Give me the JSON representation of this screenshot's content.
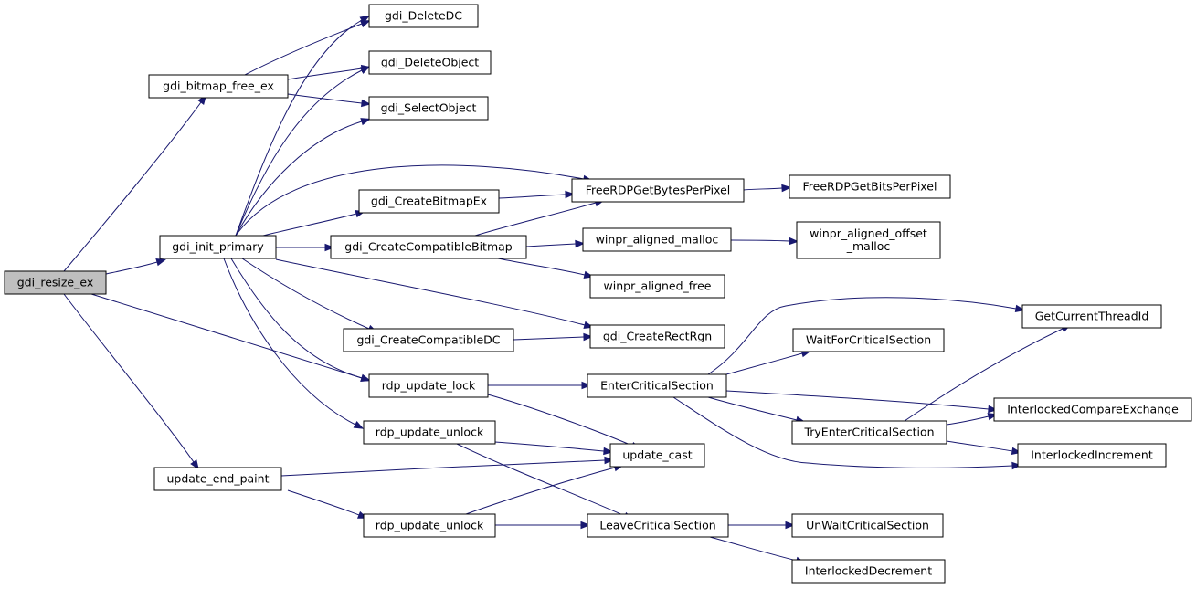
{
  "graph": {
    "root": "n_resize",
    "colors": {
      "edge": "#191970",
      "root_fill": "#bfbfbf",
      "node_fill": "#ffffff",
      "node_border": "#000000"
    },
    "nodes": {
      "n_resize": {
        "label": "gdi_resize_ex"
      },
      "n_bmpfree": {
        "label": "gdi_bitmap_free_ex"
      },
      "n_initprim": {
        "label": "gdi_init_primary"
      },
      "n_endpaint": {
        "label": "update_end_paint"
      },
      "n_deldc": {
        "label": "gdi_DeleteDC"
      },
      "n_delobj": {
        "label": "gdi_DeleteObject"
      },
      "n_selobj": {
        "label": "gdi_SelectObject"
      },
      "n_createbmpex": {
        "label": "gdi_CreateBitmapEx"
      },
      "n_createcompbmp": {
        "label": "gdi_CreateCompatibleBitmap"
      },
      "n_createcompdc": {
        "label": "gdi_CreateCompatibleDC"
      },
      "n_lock": {
        "label": "rdp_update_lock"
      },
      "n_unlock1": {
        "label": "rdp_update_unlock"
      },
      "n_unlock2": {
        "label": "rdp_update_unlock"
      },
      "n_bpp": {
        "label": "FreeRDPGetBytesPerPixel"
      },
      "n_bitspp": {
        "label": "FreeRDPGetBitsPerPixel"
      },
      "n_amalloc": {
        "label": "winpr_aligned_malloc"
      },
      "n_aomalloc": {
        "lines": [
          "winpr_aligned_offset",
          "_malloc"
        ]
      },
      "n_afree": {
        "label": "winpr_aligned_free"
      },
      "n_rectrgn": {
        "label": "gdi_CreateRectRgn"
      },
      "n_enter": {
        "label": "EnterCriticalSection"
      },
      "n_cast": {
        "label": "update_cast"
      },
      "n_leave": {
        "label": "LeaveCriticalSection"
      },
      "n_tid": {
        "label": "GetCurrentThreadId"
      },
      "n_wait": {
        "label": "WaitForCriticalSection"
      },
      "n_tryenter": {
        "label": "TryEnterCriticalSection"
      },
      "n_cmpx": {
        "label": "InterlockedCompareExchange"
      },
      "n_inc": {
        "label": "InterlockedIncrement"
      },
      "n_unwait": {
        "label": "UnWaitCriticalSection"
      },
      "n_dec": {
        "label": "InterlockedDecrement"
      }
    },
    "edges": [
      {
        "from": "n_resize",
        "to": "n_bmpfree"
      },
      {
        "from": "n_resize",
        "to": "n_initprim"
      },
      {
        "from": "n_resize",
        "to": "n_lock"
      },
      {
        "from": "n_resize",
        "to": "n_endpaint"
      },
      {
        "from": "n_bmpfree",
        "to": "n_deldc"
      },
      {
        "from": "n_bmpfree",
        "to": "n_delobj"
      },
      {
        "from": "n_bmpfree",
        "to": "n_selobj"
      },
      {
        "from": "n_initprim",
        "to": "n_deldc"
      },
      {
        "from": "n_initprim",
        "to": "n_delobj"
      },
      {
        "from": "n_initprim",
        "to": "n_selobj"
      },
      {
        "from": "n_initprim",
        "to": "n_bpp"
      },
      {
        "from": "n_initprim",
        "to": "n_createbmpex"
      },
      {
        "from": "n_initprim",
        "to": "n_createcompbmp"
      },
      {
        "from": "n_initprim",
        "to": "n_rectrgn"
      },
      {
        "from": "n_initprim",
        "to": "n_createcompdc"
      },
      {
        "from": "n_initprim",
        "to": "n_lock"
      },
      {
        "from": "n_initprim",
        "to": "n_unlock1"
      },
      {
        "from": "n_createbmpex",
        "to": "n_bpp"
      },
      {
        "from": "n_createcompbmp",
        "to": "n_bpp"
      },
      {
        "from": "n_createcompbmp",
        "to": "n_amalloc"
      },
      {
        "from": "n_createcompbmp",
        "to": "n_afree"
      },
      {
        "from": "n_bpp",
        "to": "n_bitspp"
      },
      {
        "from": "n_amalloc",
        "to": "n_aomalloc"
      },
      {
        "from": "n_createcompdc",
        "to": "n_rectrgn"
      },
      {
        "from": "n_lock",
        "to": "n_enter"
      },
      {
        "from": "n_lock",
        "to": "n_cast"
      },
      {
        "from": "n_unlock1",
        "to": "n_cast"
      },
      {
        "from": "n_unlock1",
        "to": "n_leave"
      },
      {
        "from": "n_endpaint",
        "to": "n_cast"
      },
      {
        "from": "n_endpaint",
        "to": "n_unlock2"
      },
      {
        "from": "n_unlock2",
        "to": "n_cast"
      },
      {
        "from": "n_unlock2",
        "to": "n_leave"
      },
      {
        "from": "n_enter",
        "to": "n_tid"
      },
      {
        "from": "n_enter",
        "to": "n_wait"
      },
      {
        "from": "n_enter",
        "to": "n_cmpx"
      },
      {
        "from": "n_enter",
        "to": "n_tryenter"
      },
      {
        "from": "n_enter",
        "to": "n_inc"
      },
      {
        "from": "n_tryenter",
        "to": "n_tid"
      },
      {
        "from": "n_tryenter",
        "to": "n_cmpx"
      },
      {
        "from": "n_tryenter",
        "to": "n_inc"
      },
      {
        "from": "n_leave",
        "to": "n_unwait"
      },
      {
        "from": "n_leave",
        "to": "n_dec"
      }
    ]
  }
}
